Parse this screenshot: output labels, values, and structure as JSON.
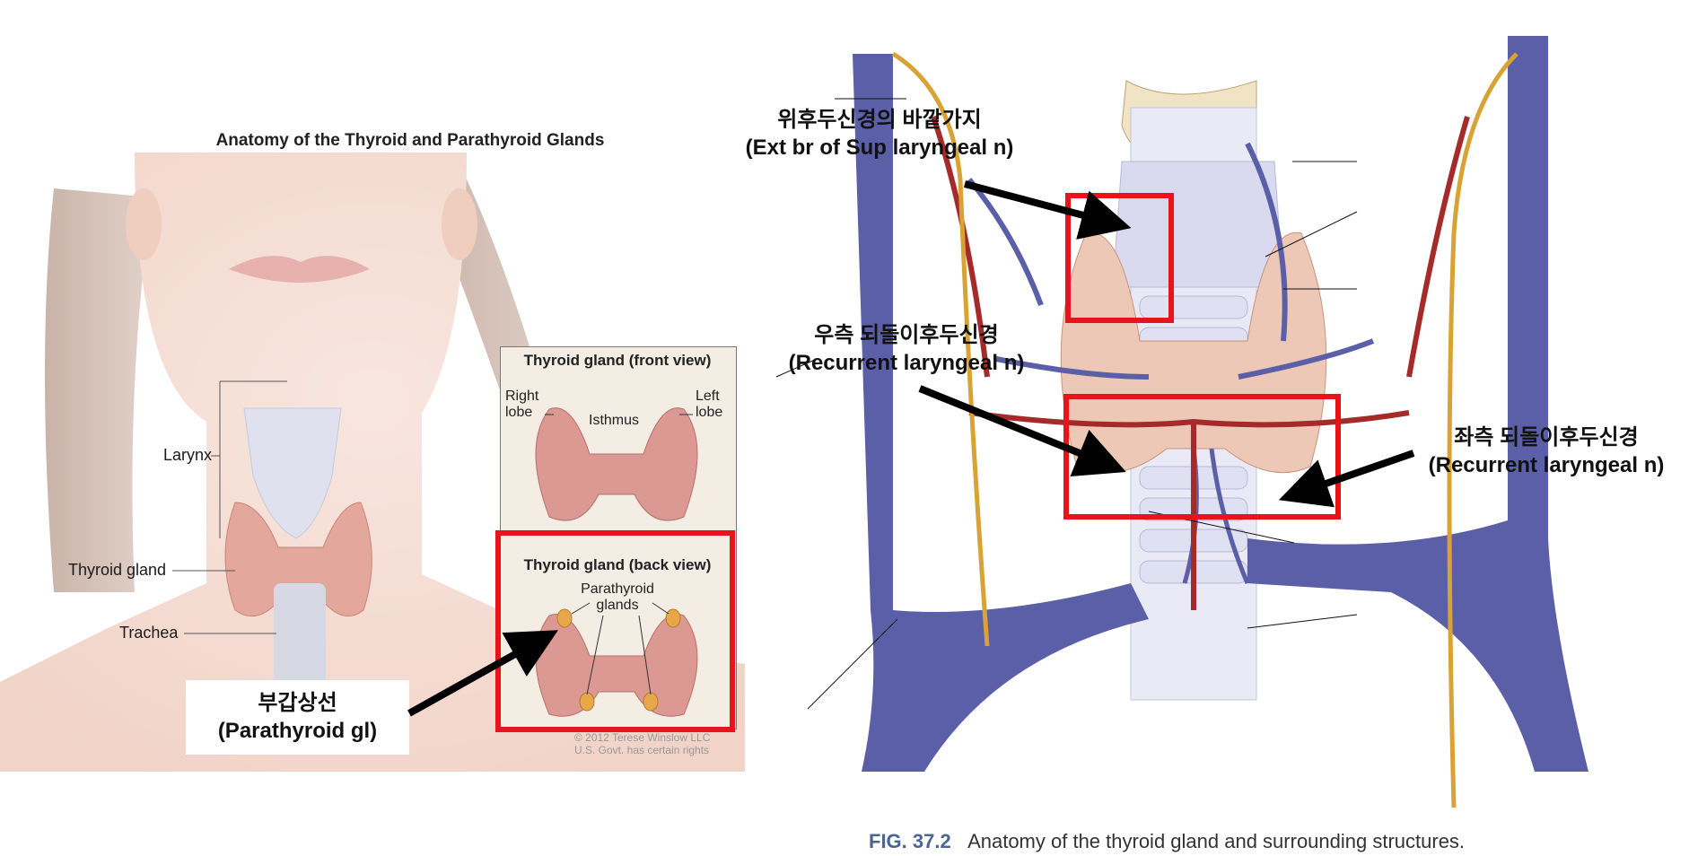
{
  "left": {
    "title": "Anatomy of the Thyroid and Parathyroid Glands",
    "labels": {
      "larynx": "Larynx",
      "thyroid": "Thyroid gland",
      "trachea": "Trachea"
    },
    "front_view": {
      "title": "Thyroid gland (front view)",
      "right_lobe_1": "Right",
      "right_lobe_2": "lobe",
      "left_lobe_1": "Left",
      "left_lobe_2": "lobe",
      "isthmus": "Isthmus"
    },
    "back_view": {
      "title": "Thyroid gland (back view)",
      "parathyroid_1": "Parathyroid",
      "parathyroid_2": "glands"
    },
    "copyright_1": "© 2012 Terese Winslow LLC",
    "copyright_2": "U.S. Govt. has certain rights",
    "callout_ko": "부갑상선",
    "callout_en": "(Parathyroid gl)"
  },
  "right": {
    "ext_ko": "위후두신경의 바깥가지",
    "ext_en": "(Ext br of Sup laryngeal n)",
    "rrl_ko": "우측 되돌이후두신경",
    "rrl_en": "(Recurrent laryngeal n)",
    "lrl_ko": "좌측 되돌이후두신경",
    "lrl_en": "(Recurrent laryngeal n)",
    "fig_label": "FIG. 37.2",
    "fig_text": "Anatomy of the thyroid gland and surrounding structures."
  },
  "colors": {
    "highlight": "#e8141b",
    "vein": "#5a5fa8",
    "artery": "#a52a2a",
    "nerve": "#d9a235",
    "gland": "#e6b0a6"
  }
}
